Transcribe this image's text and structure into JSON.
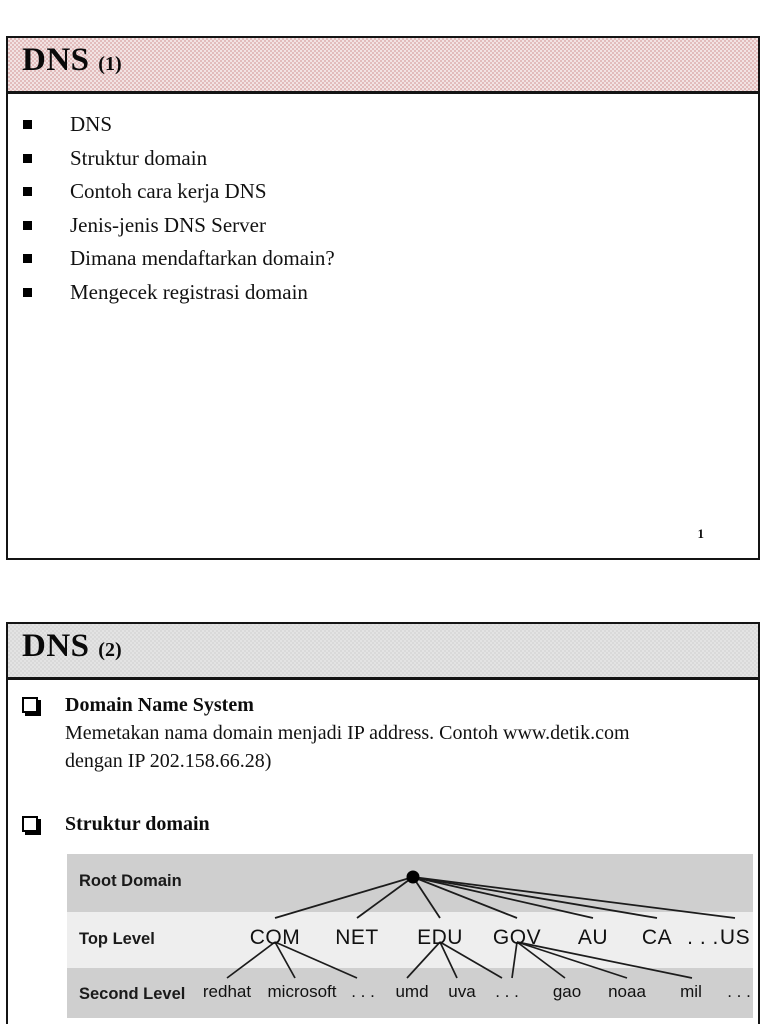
{
  "slides": [
    {
      "id": "slide-1",
      "title": "DNS",
      "title_number": "(1)",
      "bullets": [
        "DNS",
        "Struktur domain",
        "Contoh cara kerja DNS",
        "Jenis-jenis DNS Server",
        "Dimana mendaftarkan domain?",
        "Mengecek registrasi domain"
      ],
      "page_number": "1"
    },
    {
      "id": "slide-2",
      "title": "DNS",
      "title_number": "(2)",
      "blocks": [
        {
          "heading": "Domain Name System",
          "paragraph": "Memetakan nama domain menjadi IP address. Contoh www.detik.com dengan IP 202.158.66.28)"
        },
        {
          "heading": "Struktur domain",
          "paragraph": ""
        }
      ]
    }
  ],
  "diagram": {
    "row_labels": [
      "Root Domain",
      "Top Level",
      "Second Level"
    ],
    "root_node": "",
    "top_level": [
      "COM",
      "NET",
      "EDU",
      "GOV",
      "AU",
      "CA",
      ". . .",
      "US"
    ],
    "second_level": [
      "redhat",
      "microsoft",
      ". . .",
      "umd",
      "uva",
      ". . .",
      "gao",
      "noaa",
      "mil",
      ". . ."
    ]
  },
  "colors": {
    "header_pink": "#f2e3e3",
    "header_gray": "#e3e3e3",
    "band_dark": "#cfcfcf",
    "band_light": "#eeeeee",
    "ink": "#111111"
  }
}
